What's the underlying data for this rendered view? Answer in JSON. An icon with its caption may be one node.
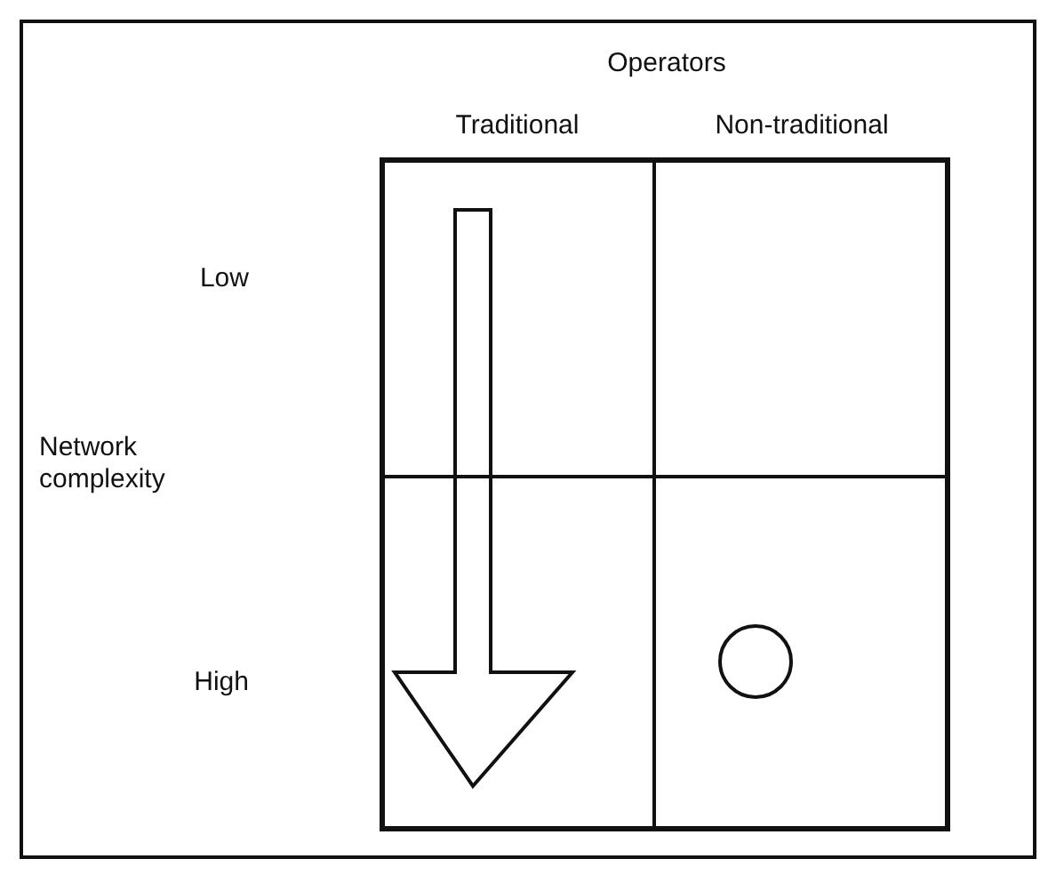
{
  "diagram": {
    "nodes": [
      {
        "text": [],
        "shape": "circle"
      }
    ],
    "labels": [
      "Operators",
      "Traditional",
      "Non-traditional",
      "Low",
      "Network complexity",
      "High"
    ]
  }
}
